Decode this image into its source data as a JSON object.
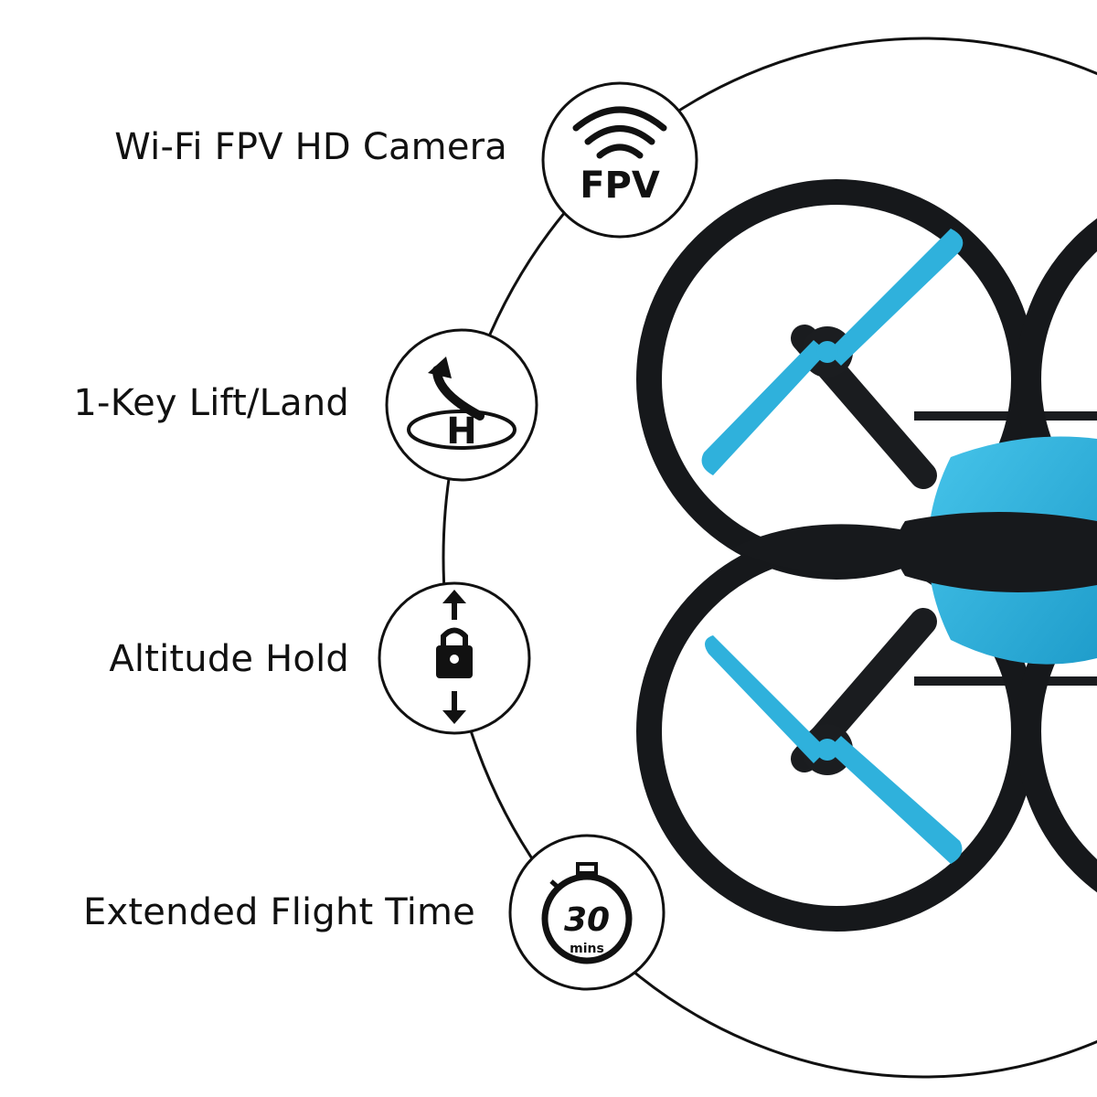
{
  "features": [
    {
      "label": "Wi-Fi FPV HD Camera",
      "icon": "wifi-fpv-icon",
      "icon_text": "FPV"
    },
    {
      "label": "1-Key Lift/Land",
      "icon": "one-key-lift-land-icon",
      "icon_text": "H"
    },
    {
      "label": "Altitude Hold",
      "icon": "altitude-hold-lock-icon"
    },
    {
      "label": "Extended Flight Time",
      "icon": "stopwatch-icon",
      "icon_text": "30",
      "icon_subtext": "mins"
    }
  ],
  "colors": {
    "accent_blue": "#2fb1dc",
    "frame_black": "#15171a",
    "line": "#111111",
    "background": "#ffffff"
  }
}
